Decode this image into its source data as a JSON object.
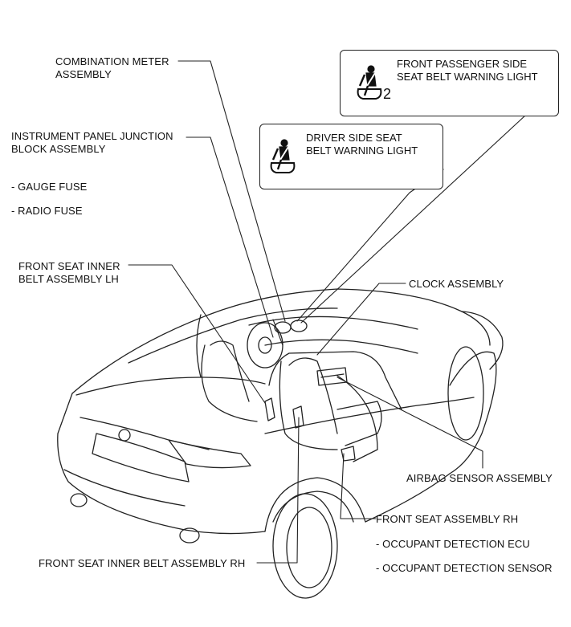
{
  "labels": {
    "combination_meter": [
      "COMBINATION METER",
      "ASSEMBLY"
    ],
    "instrument_panel": [
      "INSTRUMENT PANEL JUNCTION",
      "BLOCK ASSEMBLY"
    ],
    "gauge_fuse": "- GAUGE FUSE",
    "radio_fuse": "- RADIO FUSE",
    "front_seat_inner_belt_lh": [
      "FRONT SEAT INNER",
      "BELT ASSEMBLY LH"
    ],
    "clock_assembly": "CLOCK ASSEMBLY",
    "airbag_sensor": "AIRBAG SENSOR ASSEMBLY",
    "front_seat_rh": "FRONT SEAT ASSEMBLY RH",
    "occupant_ecu": "- OCCUPANT DETECTION ECU",
    "occupant_sensor": "- OCCUPANT DETECTION SENSOR",
    "front_seat_inner_belt_rh": "FRONT SEAT INNER BELT ASSEMBLY RH"
  },
  "callouts": {
    "driver": {
      "lines": [
        "DRIVER SIDE SEAT",
        "BELT WARNING LIGHT"
      ],
      "icon": "seatbelt-warning-icon"
    },
    "passenger": {
      "lines": [
        "FRONT PASSENGER SIDE",
        "SEAT BELT WARNING LIGHT"
      ],
      "icon": "seatbelt-warning-icon",
      "icon_suffix": "2"
    }
  }
}
